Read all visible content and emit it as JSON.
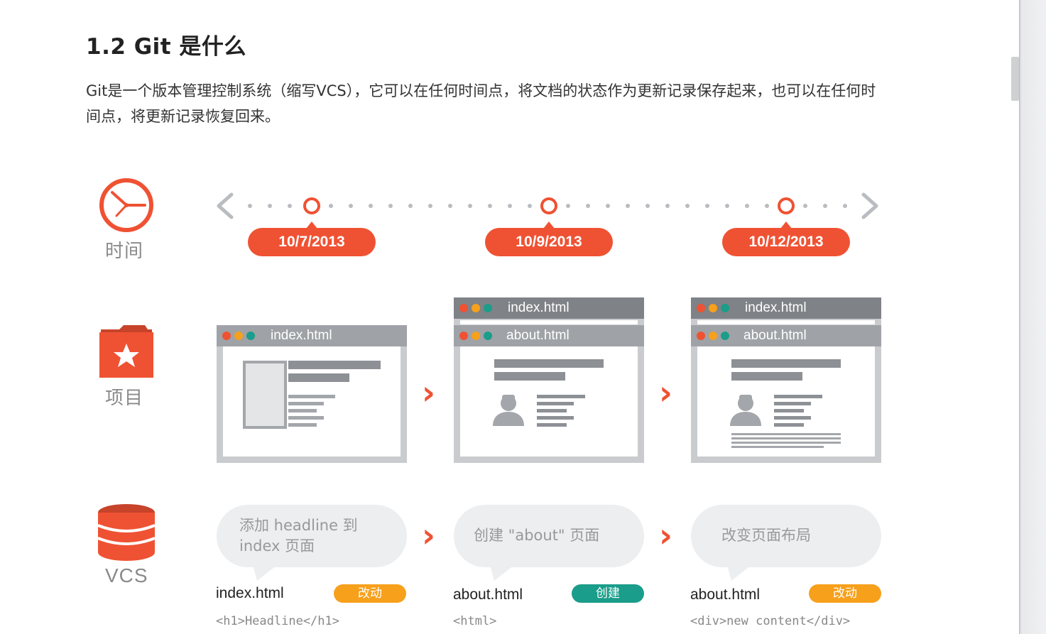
{
  "section": {
    "title": "1.2 Git 是什么",
    "intro": "Git是一个版本管理控制系统（缩写VCS），它可以在任何时间点，将文档的状态作为更新记录保存起来，也可以在任何时间点，将更新记录恢复回来。"
  },
  "figure": {
    "labels": {
      "time": "时间",
      "project": "项目",
      "vcs": "VCS"
    },
    "dates": [
      "10/7/2013",
      "10/9/2013",
      "10/12/2013"
    ],
    "windows": [
      {
        "front_title": "index.html"
      },
      {
        "back_title": "index.html",
        "front_title": "about.html"
      },
      {
        "back_title": "index.html",
        "front_title": "about.html"
      }
    ],
    "commits": [
      {
        "message_line1": "添加 headline 到",
        "message_line2": "index 页面",
        "file": "index.html",
        "status": "改动",
        "status_color": "#f7a01c",
        "code": "<h1>Headline</h1>"
      },
      {
        "message_line1": "创建 \"about\" 页面",
        "message_line2": "",
        "file": "about.html",
        "status": "创建",
        "status_color": "#1a9d8a",
        "code": "<html>"
      },
      {
        "message_line1": "改变页面布局",
        "message_line2": "",
        "file": "about.html",
        "status": "改动",
        "status_color": "#f7a01c",
        "code": "<div>new content</div>"
      }
    ],
    "colors": {
      "accent": "#ef5233",
      "dot_red": "#ef5233",
      "dot_yellow": "#f7a01c",
      "dot_green": "#1a9d8a"
    }
  }
}
